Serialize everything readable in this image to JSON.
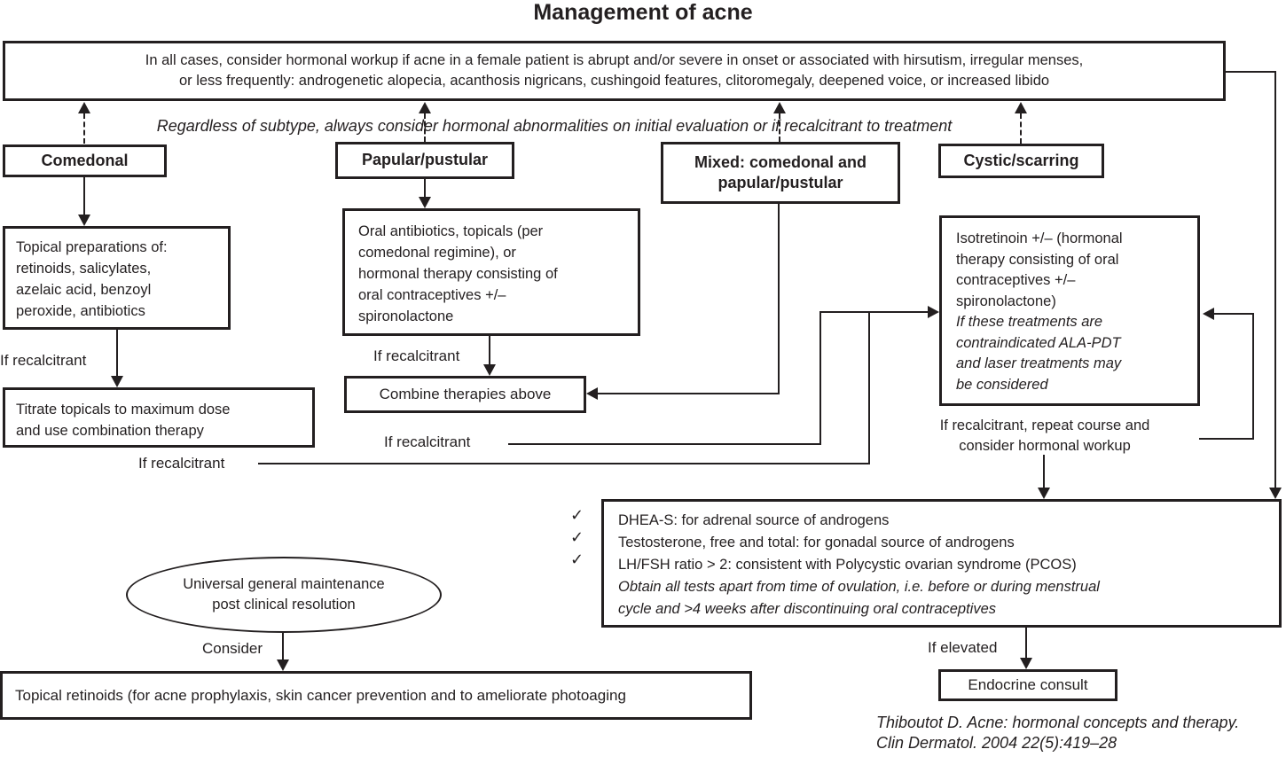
{
  "colors": {
    "ink": "#231f20",
    "background": "#ffffff"
  },
  "title": "Management of acne",
  "top_note": {
    "line1": "In all cases, consider hormonal workup if acne in a female patient is abrupt and/or severe in onset or associated with hirsutism, irregular menses,",
    "line2": "or less frequently: androgenetic alopecia, acanthosis nigricans, cushingoid features, clitoromegaly, deepened voice, or increased libido"
  },
  "subtype_note": "Regardless of subtype, always consider hormonal abnormalities on initial evaluation or if recalcitrant to treatment",
  "subtypes": {
    "comedonal": "Comedonal",
    "papular": "Papular/pustular",
    "mixed_line1": "Mixed: comedonal and",
    "mixed_line2": "papular/pustular",
    "cystic": "Cystic/scarring"
  },
  "boxes": {
    "topical": {
      "lines": [
        "Topical preparations of:",
        "retinoids, salicylates,",
        "azelaic acid, benzoyl",
        "peroxide, antibiotics"
      ]
    },
    "oral": {
      "lines": [
        "Oral antibiotics, topicals (per",
        "comedonal regimine), or",
        "hormonal therapy consisting of",
        "oral contraceptives +/–",
        "spironolactone"
      ]
    },
    "titrate": {
      "lines": [
        "Titrate topicals to maximum dose",
        "and use combination therapy"
      ]
    },
    "combine": {
      "label": "Combine therapies above"
    },
    "isotretinoin": {
      "main_lines": [
        "Isotretinoin +/– (hormonal",
        "therapy consisting of oral",
        "contraceptives +/–",
        "spironolactone)"
      ],
      "note_lines": [
        "If these treatments are",
        "contraindicated ALA-PDT",
        "and laser treatments may",
        "be considered"
      ]
    },
    "workup": {
      "check": "✓",
      "items": [
        "DHEA-S: for adrenal source of androgens",
        "Testosterone, free and total: for gonadal source of androgens",
        "LH/FSH ratio > 2: consistent with Polycystic ovarian syndrome (PCOS)"
      ],
      "note_lines": [
        "Obtain all tests apart from time of ovulation, i.e. before or during menstrual",
        "cycle and >4 weeks after discontinuing oral contraceptives"
      ]
    },
    "retinoids": {
      "label": "Topical retinoids (for acne prophylaxis, skin cancer prevention and to ameliorate photoaging"
    },
    "endocrine": {
      "label": "Endocrine consult"
    }
  },
  "ellipse": {
    "line1": "Universal general maintenance",
    "line2": "post clinical resolution"
  },
  "edge_labels": {
    "if_recalcitrant_topical": "If recalcitrant",
    "if_recalcitrant_oral": "If recalcitrant",
    "if_recalcitrant_combine": "If recalcitrant",
    "if_recalcitrant_titrate": "If recalcitrant",
    "repeat_course_line1": "If recalcitrant, repeat course and",
    "repeat_course_line2": "consider hormonal workup",
    "consider": "Consider",
    "if_elevated": "If elevated"
  },
  "citation": {
    "line1": "Thiboutot D. Acne: hormonal concepts and therapy.",
    "line2": "Clin Dermatol. 2004 22(5):419–28"
  }
}
